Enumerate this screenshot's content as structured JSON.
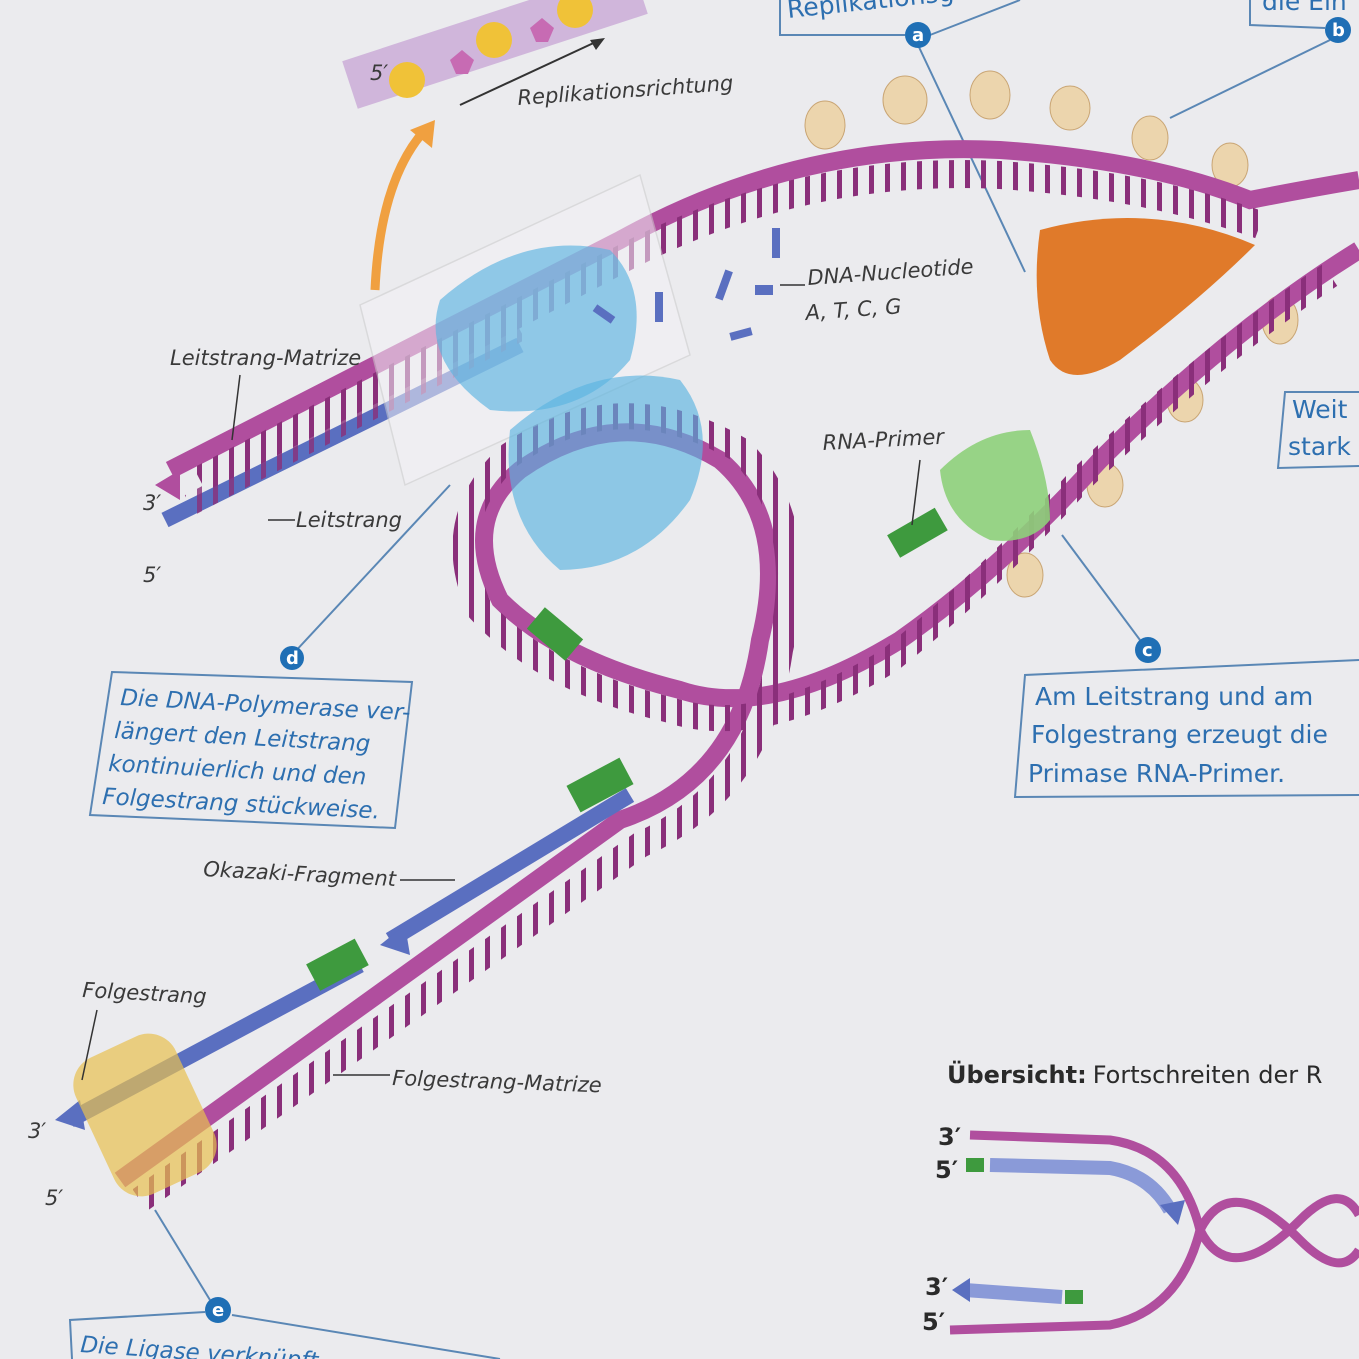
{
  "colors": {
    "background": "#ebebee",
    "strand": "#b04e9e",
    "new_strand": "#5a6fc0",
    "primer": "#4aa04a",
    "callout": "#2d6fb0",
    "helicase": "#e07a2a",
    "polymerase": "#5ab4e0",
    "ligase": "#e8c050",
    "ssb": "#e8d2a8"
  },
  "top": {
    "five_prime": "5′",
    "direction": "Replikationsrichtung"
  },
  "callouts": {
    "a": {
      "badge": "a",
      "text": "Replikationsg"
    },
    "b": {
      "badge": "b",
      "text": "die Ein"
    },
    "c": {
      "badge": "c",
      "lines": [
        "Am Leitstrang und am",
        "Folgestrang erzeugt die",
        "Primase RNA-Primer."
      ]
    },
    "d": {
      "badge": "d",
      "lines": [
        "Die DNA-Polymerase ver-",
        "längert den Leitstrang",
        "kontinuierlich und den",
        "Folgestrang stückweise."
      ]
    },
    "e": {
      "badge": "e",
      "text": "Die Ligase verknüpft"
    },
    "right": {
      "lines": [
        "Weit",
        "stark"
      ]
    }
  },
  "labels": {
    "nucleotides": "DNA-Nucleotide",
    "nucleotides_bases": "A, T, C, G",
    "leading_template": "Leitstrang-Matrize",
    "leading": "Leitstrang",
    "leading_3": "3′",
    "leading_5": "5′",
    "rna_primer": "RNA-Primer",
    "okazaki": "Okazaki-Fragment",
    "lagging": "Folgestrang",
    "lagging_template": "Folgestrang-Matrize",
    "lagging_3": "3′",
    "lagging_5": "5′"
  },
  "overview": {
    "title_bold": "Übersicht:",
    "title_rest": "Fortschreiten der R",
    "top_3": "3′",
    "top_5": "5′",
    "bottom_3": "3′",
    "bottom_5": "5′"
  }
}
